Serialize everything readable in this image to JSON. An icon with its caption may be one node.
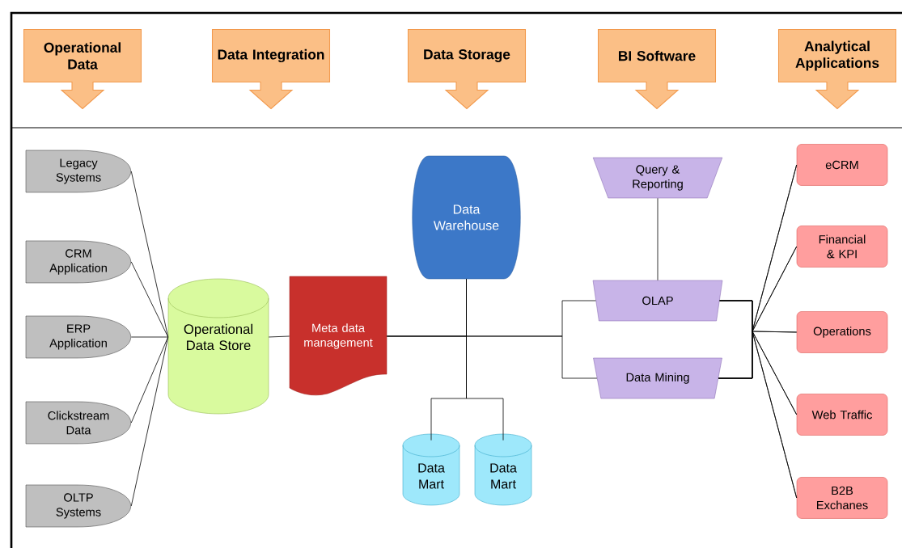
{
  "diagram": {
    "nodes": [
      {
        "text": [
          "Operational Data"
        ]
      },
      {
        "text": [
          "Data Integration"
        ]
      },
      {
        "text": [
          "Data Storage"
        ]
      },
      {
        "text": [
          "BI Software"
        ]
      },
      {
        "text": [
          "Analytical Applications"
        ]
      },
      {
        "text": [
          "Legacy Systems"
        ]
      },
      {
        "text": [
          "CRM Application"
        ]
      },
      {
        "text": [
          "ERP Application"
        ]
      },
      {
        "text": [
          "Clickstream Data"
        ]
      },
      {
        "text": [
          "OLTP Systems"
        ]
      },
      {
        "text": [
          "Operational Data Store"
        ]
      },
      {
        "text": [
          "Meta data management"
        ]
      },
      {
        "text": [
          "Data Warehouse"
        ]
      },
      {
        "text": [
          "Data Mart"
        ]
      },
      {
        "text": [
          "Data Mart"
        ]
      },
      {
        "text": [
          "Query & Reporting"
        ]
      },
      {
        "text": [
          "OLAP"
        ]
      },
      {
        "text": [
          "Data Mining"
        ]
      },
      {
        "text": [
          "eCRM"
        ]
      },
      {
        "text": [
          "Financial & KPI"
        ]
      },
      {
        "text": [
          "Operations"
        ]
      },
      {
        "text": [
          "Web Traffic"
        ]
      },
      {
        "text": [
          "B2B Exchanes"
        ]
      }
    ],
    "edges": [
      {
        "from": 5,
        "to": 10,
        "arrow": "none"
      },
      {
        "from": 6,
        "to": 10,
        "arrow": "none"
      },
      {
        "from": 7,
        "to": 10,
        "arrow": "none"
      },
      {
        "from": 8,
        "to": 10,
        "arrow": "none"
      },
      {
        "from": 9,
        "to": 10,
        "arrow": "none"
      },
      {
        "from": 10,
        "to": 11,
        "arrow": "none"
      },
      {
        "from": 11,
        "to": 12,
        "arrow": "none"
      },
      {
        "from": 12,
        "to": 13,
        "arrow": "none"
      },
      {
        "from": 12,
        "to": 14,
        "arrow": "none"
      },
      {
        "from": 11,
        "to": 16,
        "arrow": "none"
      },
      {
        "from": 11,
        "to": 17,
        "arrow": "none"
      },
      {
        "from": 15,
        "to": 16,
        "arrow": "none"
      },
      {
        "from": 16,
        "to": 18,
        "arrow": "none"
      },
      {
        "from": 16,
        "to": 19,
        "arrow": "none"
      },
      {
        "from": 16,
        "to": 20,
        "arrow": "none"
      },
      {
        "from": 16,
        "to": 21,
        "arrow": "none"
      },
      {
        "from": 16,
        "to": 22,
        "arrow": "none"
      },
      {
        "from": 17,
        "to": 18,
        "arrow": "none"
      },
      {
        "from": 17,
        "to": 19,
        "arrow": "none"
      },
      {
        "from": 17,
        "to": 20,
        "arrow": "none"
      },
      {
        "from": 17,
        "to": 21,
        "arrow": "none"
      },
      {
        "from": 17,
        "to": 22,
        "arrow": "none"
      }
    ]
  }
}
